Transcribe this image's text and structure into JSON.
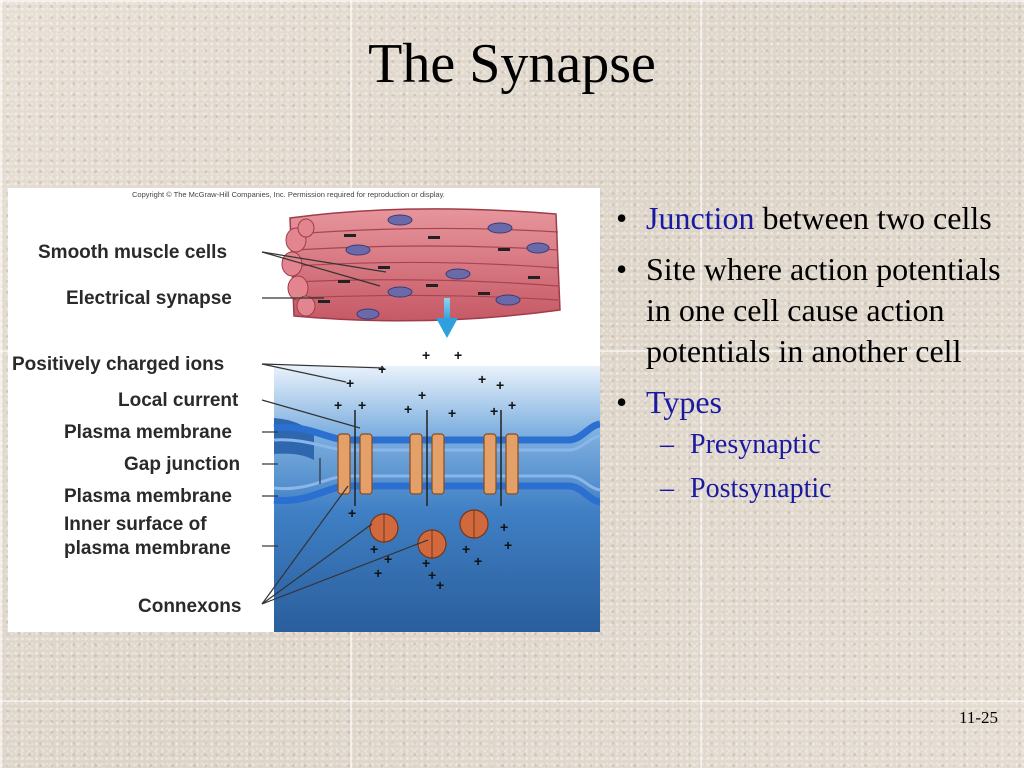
{
  "slide": {
    "title": "The Synapse",
    "number": "11-25"
  },
  "figure": {
    "copyright": "Copyright © The McGraw-Hill Companies, Inc. Permission required for reproduction or display.",
    "labels": {
      "smooth_muscle_cells": "Smooth muscle cells",
      "electrical_synapse": "Electrical synapse",
      "positively_charged_ions": "Positively charged ions",
      "local_current": "Local current",
      "plasma_membrane_1": "Plasma membrane",
      "gap_junction": "Gap junction",
      "plasma_membrane_2": "Plasma membrane",
      "inner_surface_1": "Inner surface of",
      "inner_surface_2": "plasma membrane",
      "connexons": "Connexons"
    },
    "colors": {
      "muscle": "#d8737d",
      "nucleus": "#6a6aa8",
      "cell_blue": "#3f7fc4",
      "membrane": "#2b6fd0",
      "connexon": "#e3a068",
      "arrow": "#4bb6e6"
    }
  },
  "bullets": [
    {
      "highlight": "Junction",
      "rest": " between two cells"
    },
    {
      "highlight": "",
      "rest": "Site where action potentials in one cell cause action potentials in another cell"
    },
    {
      "highlight": "Types",
      "rest": ""
    }
  ],
  "sub_bullets": [
    "Presynaptic",
    "Postsynaptic"
  ]
}
